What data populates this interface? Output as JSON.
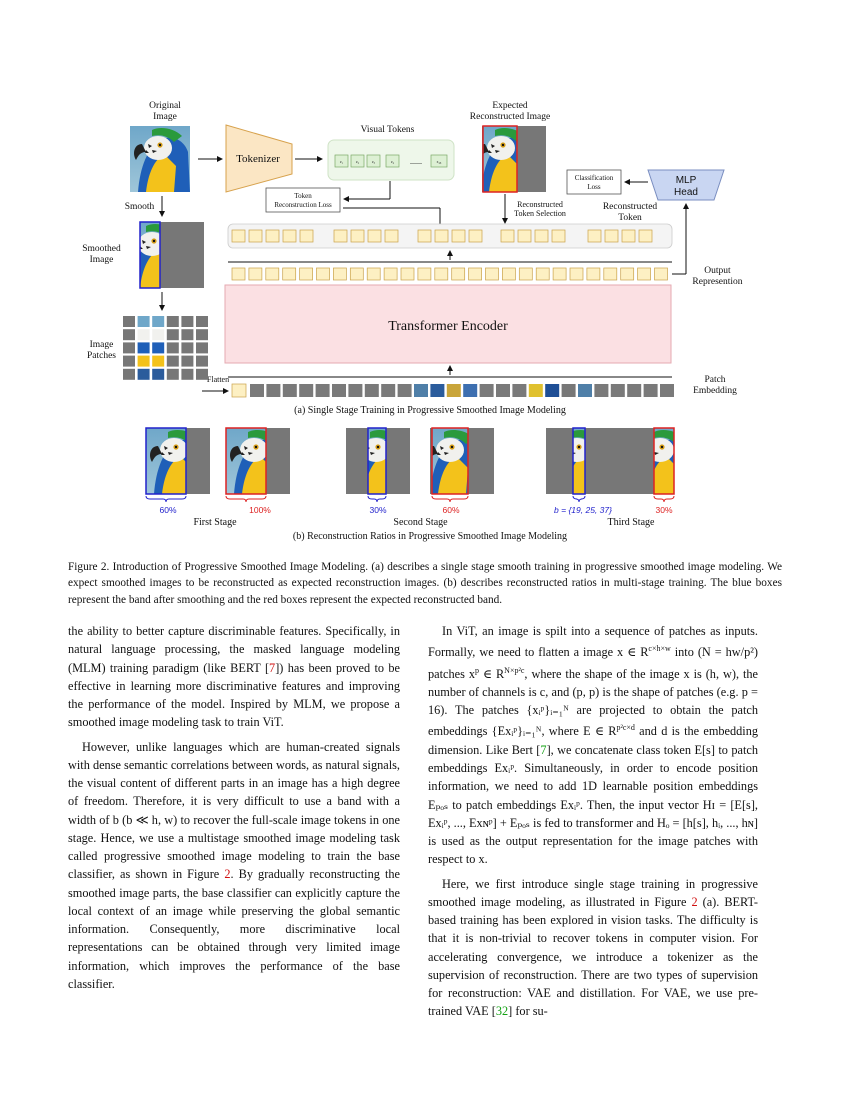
{
  "figure": {
    "labels": {
      "original_image": [
        "Original",
        "Image"
      ],
      "expected_image": [
        "Expected",
        "Reconstructed Image"
      ],
      "visual_tokens": "Visual Tokens",
      "tokenizer": "Tokenizer",
      "token_rec_loss": [
        "Token",
        "Reconstruction Loss"
      ],
      "classification_loss": [
        "Classification",
        "Loss"
      ],
      "mlp_head": [
        "MLP",
        "Head"
      ],
      "smooth": "Smooth",
      "smoothed_image": [
        "Smoothed",
        "Image"
      ],
      "reconstructed_token_selection": [
        "Reconstructed",
        "Token Selection"
      ],
      "reconstructed_token": [
        "Reconstructed",
        "Token"
      ],
      "output_representation": [
        "Output",
        "Represention"
      ],
      "transformer_encoder": "Transformer Encoder",
      "image_patches": [
        "Image",
        "Patches"
      ],
      "flatten": "Flatten",
      "patch_embedding": [
        "Patch",
        "Embedding"
      ],
      "dots": "......"
    },
    "visual_token_labels": [
      "z₁",
      "z₂",
      "z₃",
      "z₄",
      "z₄₈"
    ],
    "subcaption_a": "(a) Single Stage Training in Progressive Smoothed Image Modeling",
    "subcaption_b": "(b) Reconstruction Ratios in Progressive Smoothed Image Modeling",
    "stages": [
      {
        "label": "First Stage",
        "blue_ratio": "60%",
        "red_ratio": "100%"
      },
      {
        "label": "Second Stage",
        "blue_ratio": "30%",
        "red_ratio": "60%"
      },
      {
        "label": "Third Stage",
        "blue_ratio": "b = {19, 25, 37}",
        "red_ratio": "30%"
      }
    ],
    "colors": {
      "blue": "#2222cc",
      "red": "#dd2222",
      "tokenizer": "#fbe6c4",
      "encoder": "#fbe0e3",
      "mlp": "#c9d6f2"
    }
  },
  "caption": "Figure 2. Introduction of Progressive Smoothed Image Modeling. (a) describes a single stage smooth training in progressive smoothed image modeling. We expect smoothed images to be reconstructed as expected reconstruction images. (b) describes reconstructed ratios in multi-stage training. The blue boxes represent the band after smoothing and the red boxes represent the expected reconstructed band.",
  "left_col": {
    "p1_a": "the ability to better capture discriminable features. Specifically, in natural language processing, the masked language modeling (MLM) training paradigm (like BERT [",
    "p1_ref": "7",
    "p1_b": "]) has been proved to be effective in learning more discriminative features and improving the performance of the model. Inspired by MLM, we propose a smoothed image modeling task to train ViT.",
    "p2_a": "However, unlike languages which are human-created signals with dense semantic correlations between words, as natural signals, the visual content of different parts in an image has a high degree of freedom. Therefore, it is very difficult to use a band with a width of b (b ≪ h, w) to recover the full-scale image tokens in one stage. Hence, we use a multistage smoothed image modeling task called progressive smoothed image modeling to train the base classifier, as shown in Figure ",
    "p2_ref": "2",
    "p2_b": ". By gradually reconstructing the smoothed image parts, the base classifier can explicitly capture the local context of an image while preserving the global semantic information. Consequently, more discriminative local representations can be obtained through very limited image information, which improves the performance of the base classifier."
  },
  "right_col": {
    "p1_a": "In ViT, an image is spilt into a sequence of patches as inputs. Formally, we need to flatten a image x ∈ R",
    "p1_sup1": "c×h×w",
    "p1_b": " into (N = hw/p²) patches x",
    "p1_sup2": "p",
    "p1_c": " ∈ R",
    "p1_sup3": "N×p²c",
    "p1_d": ", where the shape of the image x is (h, w), the number of channels is c, and (p, p) is the shape of patches (e.g. p = 16). The patches {xᵢᵖ}ᵢ₌₁ᴺ are projected to obtain the patch embeddings {Exᵢᵖ}ᵢ₌₁ᴺ, where E ∈ R",
    "p1_sup4": "p²c×d",
    "p1_e": " and d is the embedding dimension. Like Bert [",
    "p1_ref": "7",
    "p1_f": "], we concatenate class token E[s] to patch embeddings Exᵢᵖ. Simultaneously, in order to encode position information, we need to add 1D learnable position embeddings Eₚₒₛ to patch embeddings Exᵢᵖ. Then, the input vector Hɪ = [E[s], Exᵢᵖ, ..., Exɴᵖ] + Eₚₒₛ is fed to transformer and Hₒ = [h[s], hᵢ, ..., hɴ] is used as the output representation for the image patches with respect to x.",
    "p2_a": "Here, we first introduce single stage training in progressive smoothed image modeling, as illustrated in Figure ",
    "p2_ref": "2",
    "p2_b": " (a). BERT-based training has been explored in vision tasks. The difficulty is that it is non-trivial to recover tokens in computer vision. For accelerating convergence, we introduce a tokenizer as the supervision of reconstruction. There are two types of supervision for reconstruction: VAE and distillation. For VAE, we use pre-trained VAE [",
    "p2_ref2": "32",
    "p2_c": "] for su-"
  }
}
